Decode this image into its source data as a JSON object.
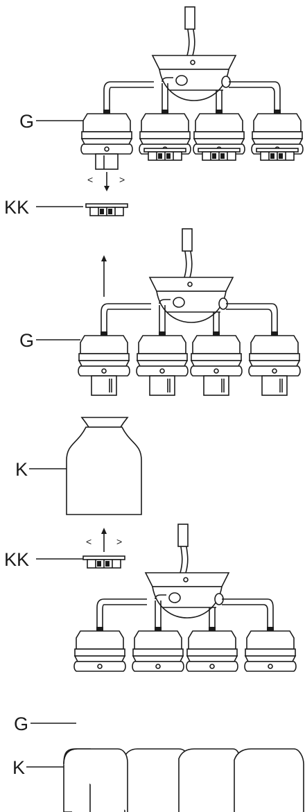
{
  "labels": {
    "step1": {
      "g": "G",
      "kk": "KK"
    },
    "step2": {
      "g": "G",
      "k": "K",
      "kk": "KK"
    },
    "step3": {
      "g": "G",
      "k": "K"
    }
  },
  "colors": {
    "ink": "#1a1a1a",
    "paper": "#ffffff"
  }
}
